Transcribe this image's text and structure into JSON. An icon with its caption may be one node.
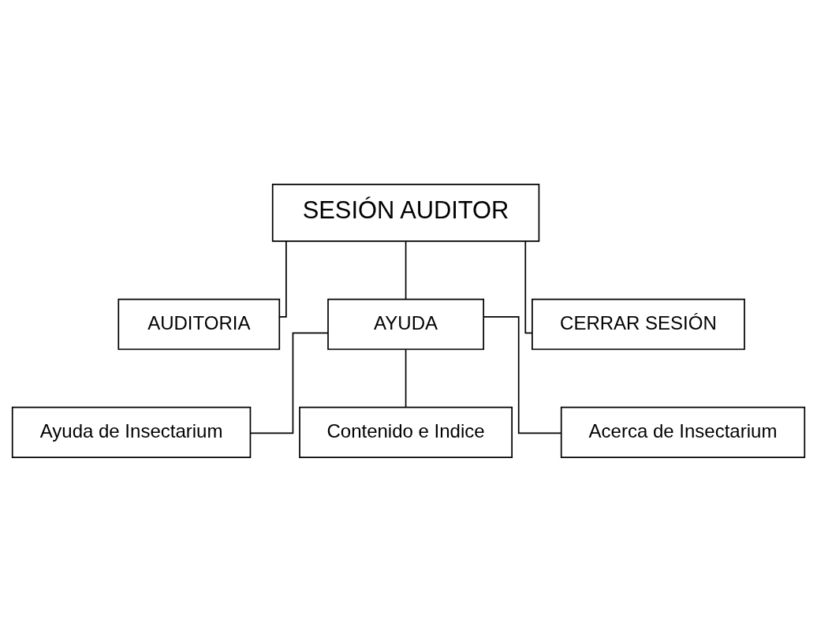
{
  "diagram": {
    "nodes": [
      {
        "text": [
          "SESIÓN AUDITOR"
        ]
      },
      {
        "text": [
          "AUDITORIA"
        ]
      },
      {
        "text": [
          "AYUDA"
        ]
      },
      {
        "text": [
          "CERRAR SESIÓN"
        ]
      },
      {
        "text": [
          "Ayuda de Insectarium"
        ]
      },
      {
        "text": [
          "Contenido e Indice"
        ]
      },
      {
        "text": [
          "Acerca de Insectarium"
        ]
      }
    ],
    "edges": [
      {
        "from": 0,
        "to": 1,
        "arrow": "none"
      },
      {
        "from": 0,
        "to": 2,
        "arrow": "none"
      },
      {
        "from": 0,
        "to": 3,
        "arrow": "none"
      },
      {
        "from": 2,
        "to": 4,
        "arrow": "none"
      },
      {
        "from": 2,
        "to": 5,
        "arrow": "none"
      },
      {
        "from": 2,
        "to": 6,
        "arrow": "none"
      }
    ]
  }
}
